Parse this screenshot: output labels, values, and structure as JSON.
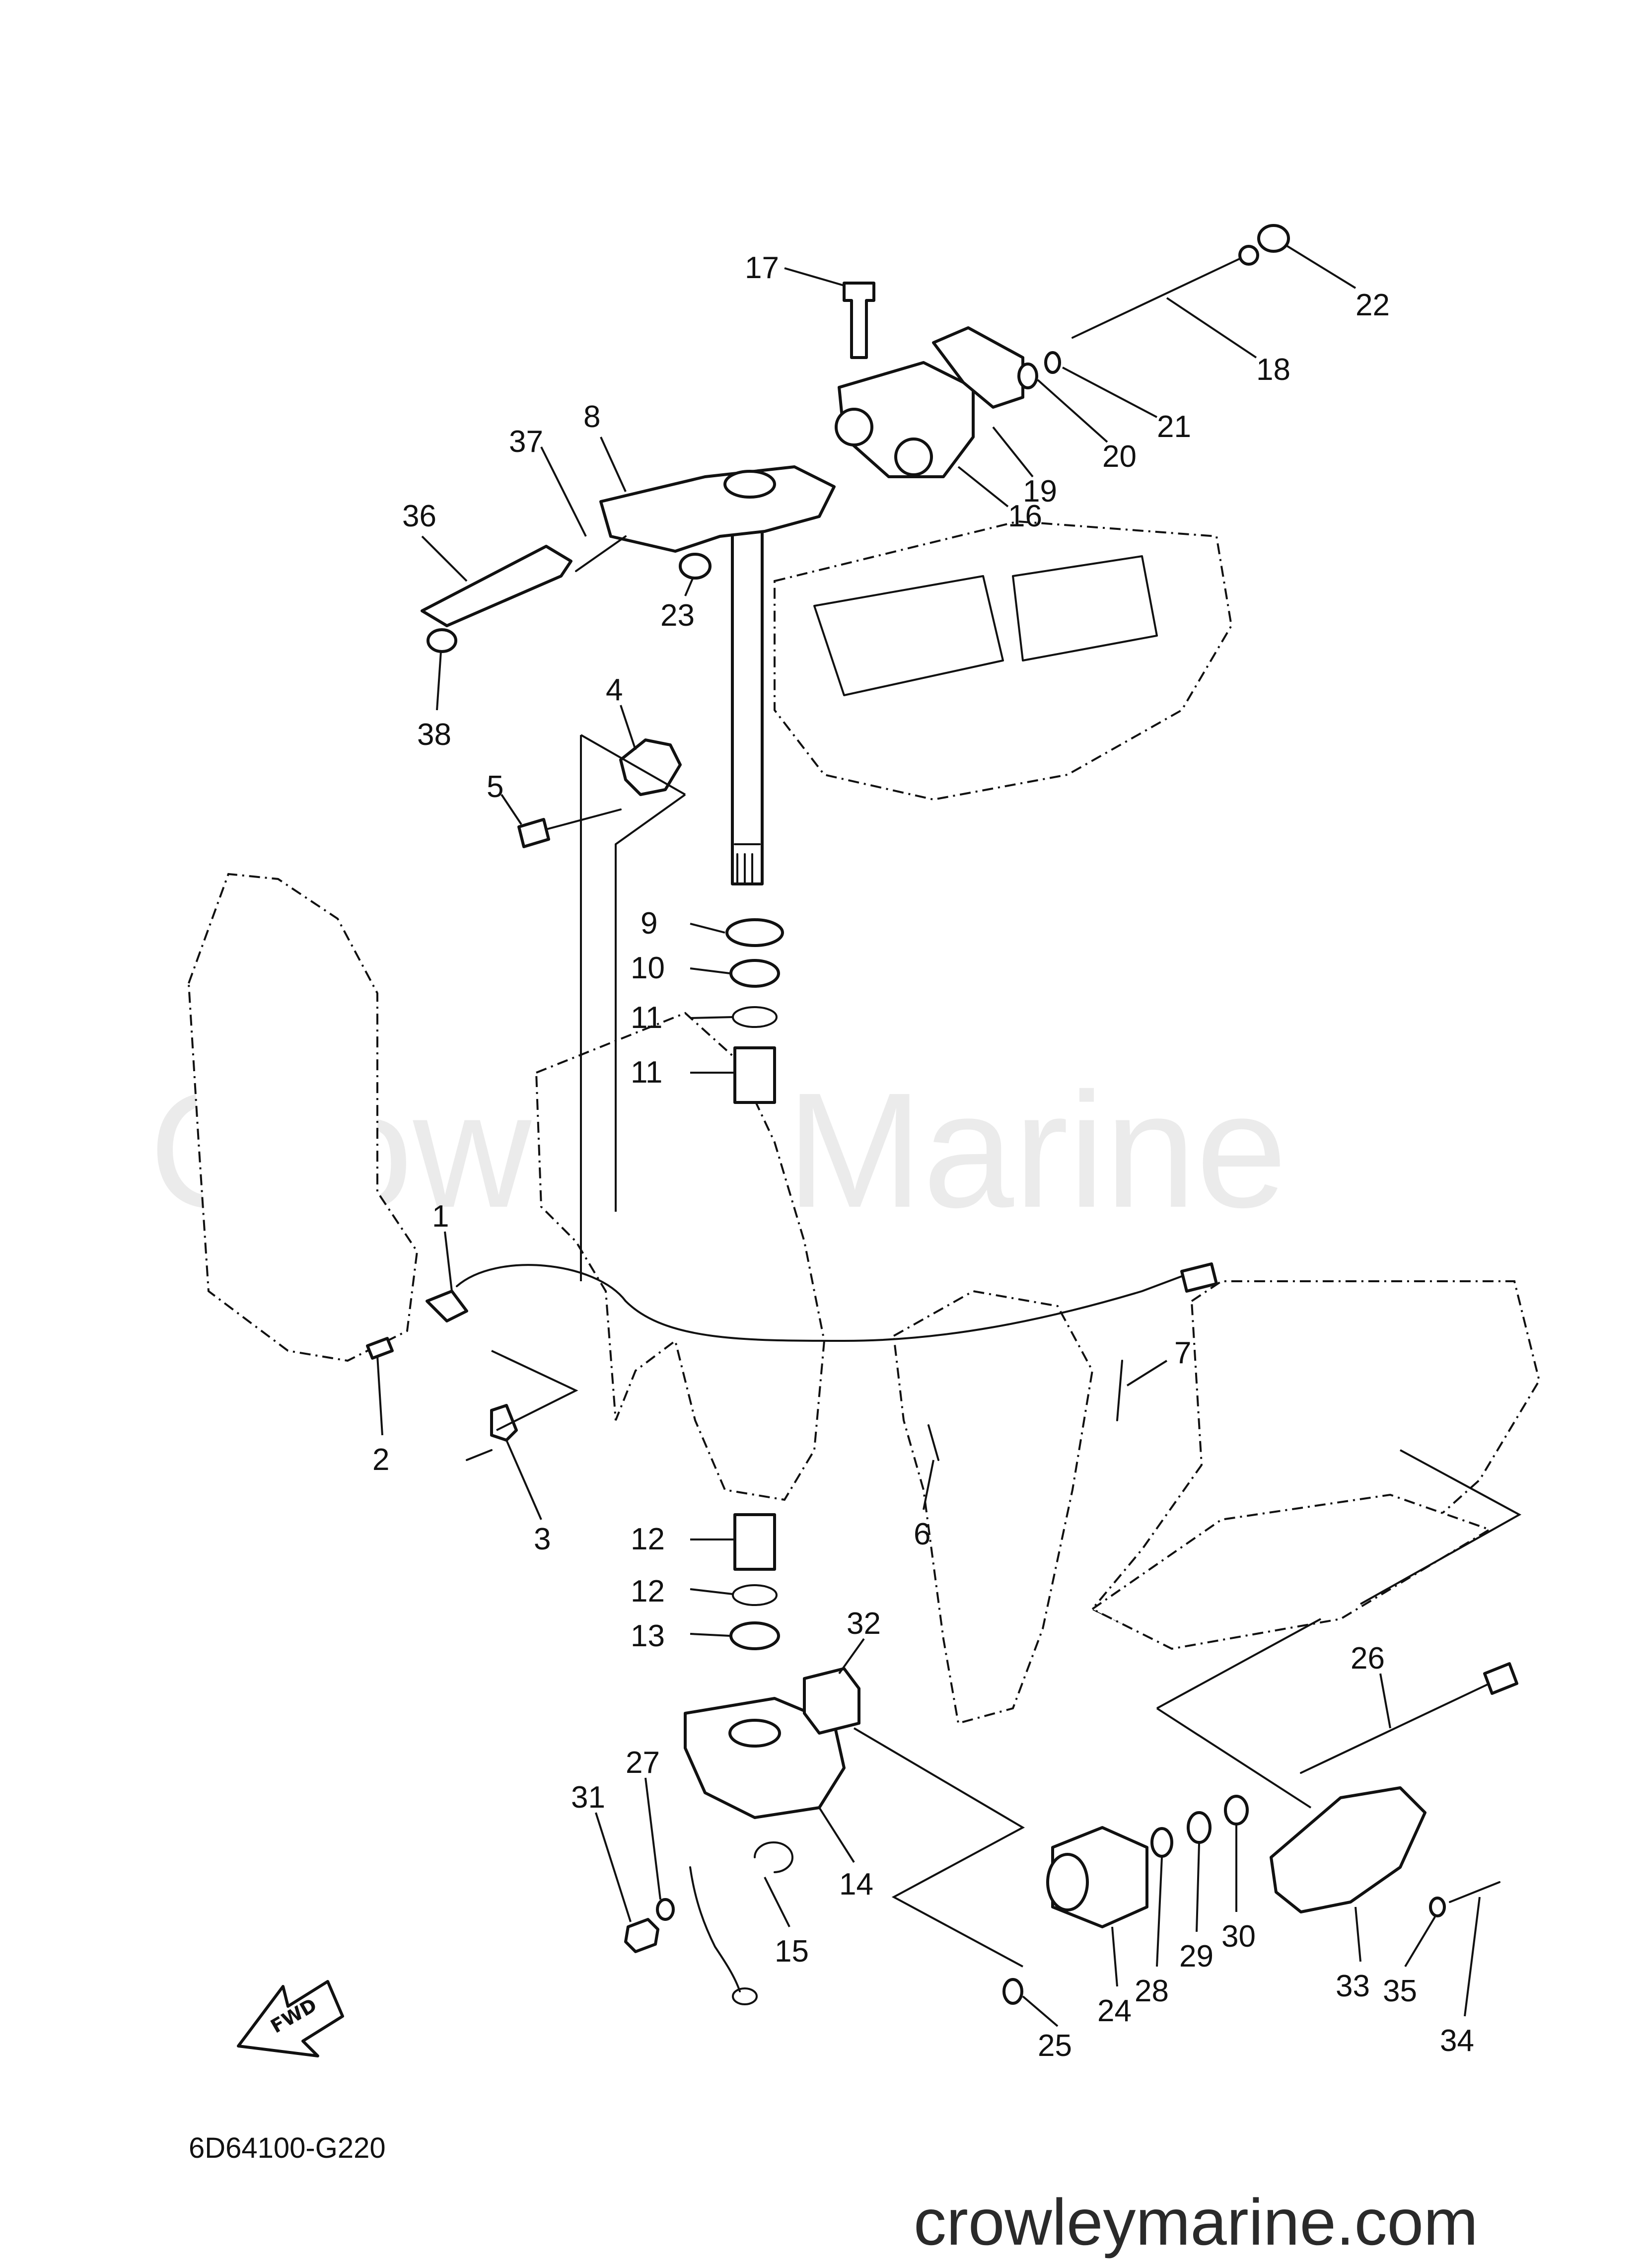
{
  "diagram": {
    "drawing_code": "6D64100-G220",
    "watermark": "Crowley Marine",
    "website": "crowleymarine.com",
    "forward_arrow_label": "FWD",
    "callouts": [
      {
        "id": "1",
        "label": "1"
      },
      {
        "id": "2",
        "label": "2"
      },
      {
        "id": "3",
        "label": "3"
      },
      {
        "id": "4",
        "label": "4"
      },
      {
        "id": "5",
        "label": "5"
      },
      {
        "id": "6",
        "label": "6"
      },
      {
        "id": "7",
        "label": "7"
      },
      {
        "id": "8",
        "label": "8"
      },
      {
        "id": "9",
        "label": "9"
      },
      {
        "id": "10",
        "label": "10"
      },
      {
        "id": "11a",
        "label": "11"
      },
      {
        "id": "11b",
        "label": "11"
      },
      {
        "id": "12a",
        "label": "12"
      },
      {
        "id": "12b",
        "label": "12"
      },
      {
        "id": "13",
        "label": "13"
      },
      {
        "id": "14",
        "label": "14"
      },
      {
        "id": "15",
        "label": "15"
      },
      {
        "id": "16",
        "label": "16"
      },
      {
        "id": "17",
        "label": "17"
      },
      {
        "id": "18",
        "label": "18"
      },
      {
        "id": "19",
        "label": "19"
      },
      {
        "id": "20",
        "label": "20"
      },
      {
        "id": "21",
        "label": "21"
      },
      {
        "id": "22",
        "label": "22"
      },
      {
        "id": "23",
        "label": "23"
      },
      {
        "id": "24",
        "label": "24"
      },
      {
        "id": "25",
        "label": "25"
      },
      {
        "id": "26",
        "label": "26"
      },
      {
        "id": "27",
        "label": "27"
      },
      {
        "id": "28",
        "label": "28"
      },
      {
        "id": "29",
        "label": "29"
      },
      {
        "id": "30",
        "label": "30"
      },
      {
        "id": "31",
        "label": "31"
      },
      {
        "id": "32",
        "label": "32"
      },
      {
        "id": "33",
        "label": "33"
      },
      {
        "id": "34",
        "label": "34"
      },
      {
        "id": "35",
        "label": "35"
      },
      {
        "id": "36",
        "label": "36"
      },
      {
        "id": "37",
        "label": "37"
      },
      {
        "id": "38",
        "label": "38"
      }
    ]
  }
}
